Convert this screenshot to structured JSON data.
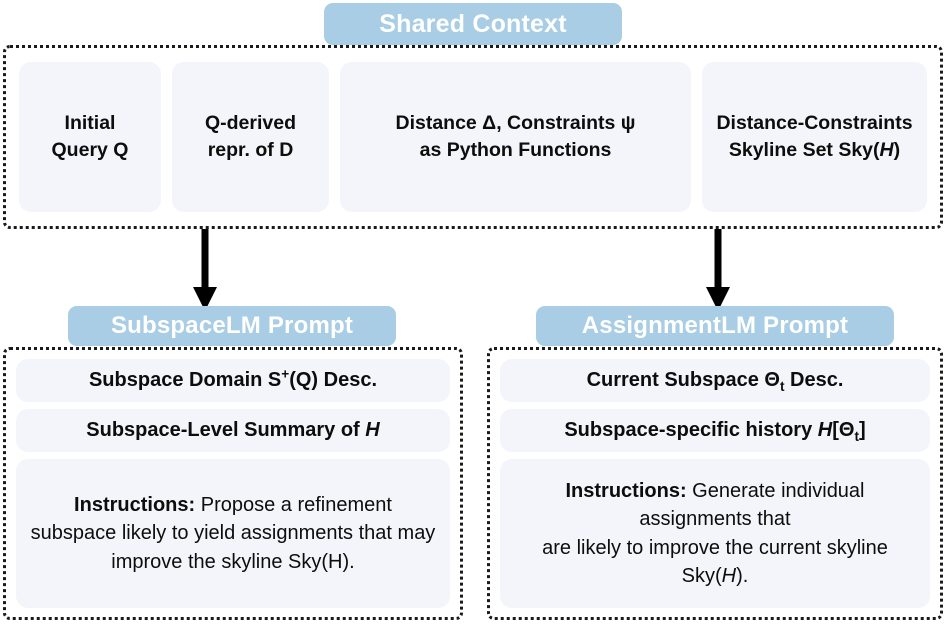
{
  "shared_context": {
    "header": "Shared Context",
    "items": [
      {
        "id": "initial-query",
        "line1": "Initial",
        "line2": "Query Q"
      },
      {
        "id": "q-derived-repr",
        "line1": "Q-derived",
        "line2": "repr. of D"
      },
      {
        "id": "distance-constraints-functions",
        "line1": "Distance Δ, Constraints ψ",
        "line2": "as Python Functions"
      },
      {
        "id": "skyline-set",
        "line1": "Distance-Constraints",
        "line2": "Skyline Set Sky(H)"
      }
    ]
  },
  "arrows": [
    {
      "id": "arrow-to-subspace",
      "from": "shared-context",
      "to": "subspacelm-prompt"
    },
    {
      "id": "arrow-to-assignment",
      "from": "shared-context",
      "to": "assignmentlm-prompt"
    }
  ],
  "subspace_prompt": {
    "header": "SubspaceLM Prompt",
    "rows": [
      {
        "id": "subspace-domain",
        "prefix": "Subspace Domain S",
        "sup": "+",
        "suffix": "(Q) Desc."
      },
      {
        "id": "subspace-summary",
        "prefix": "Subspace-Level Summary of ",
        "italic": "H",
        "suffix": ""
      }
    ],
    "instructions_label": "Instructions:",
    "instructions_text": " Propose a refinement subspace likely to yield assignments that may improve the skyline Sky(H)."
  },
  "assignment_prompt": {
    "header": "AssignmentLM Prompt",
    "rows": [
      {
        "id": "current-subspace",
        "prefix": "Current Subspace Θ",
        "sub": "t",
        "suffix": " Desc."
      },
      {
        "id": "subspace-history",
        "prefix": "Subspace-specific history ",
        "italic": "H",
        "bracket_open": "[Θ",
        "sub": "t",
        "bracket_close": "]"
      }
    ],
    "instructions_label": "Instructions:",
    "instructions_line1": " Generate individual assignments that",
    "instructions_line2": "are likely to improve the current skyline Sky(",
    "instructions_italic": "H",
    "instructions_line3": ")."
  },
  "colors": {
    "header_pill": "#a8cde4",
    "header_text": "#ffffff",
    "cell_fill": "#f4f5fa",
    "border": "#1a1a1a",
    "text": "#0d0d0d",
    "background": "#ffffff"
  }
}
